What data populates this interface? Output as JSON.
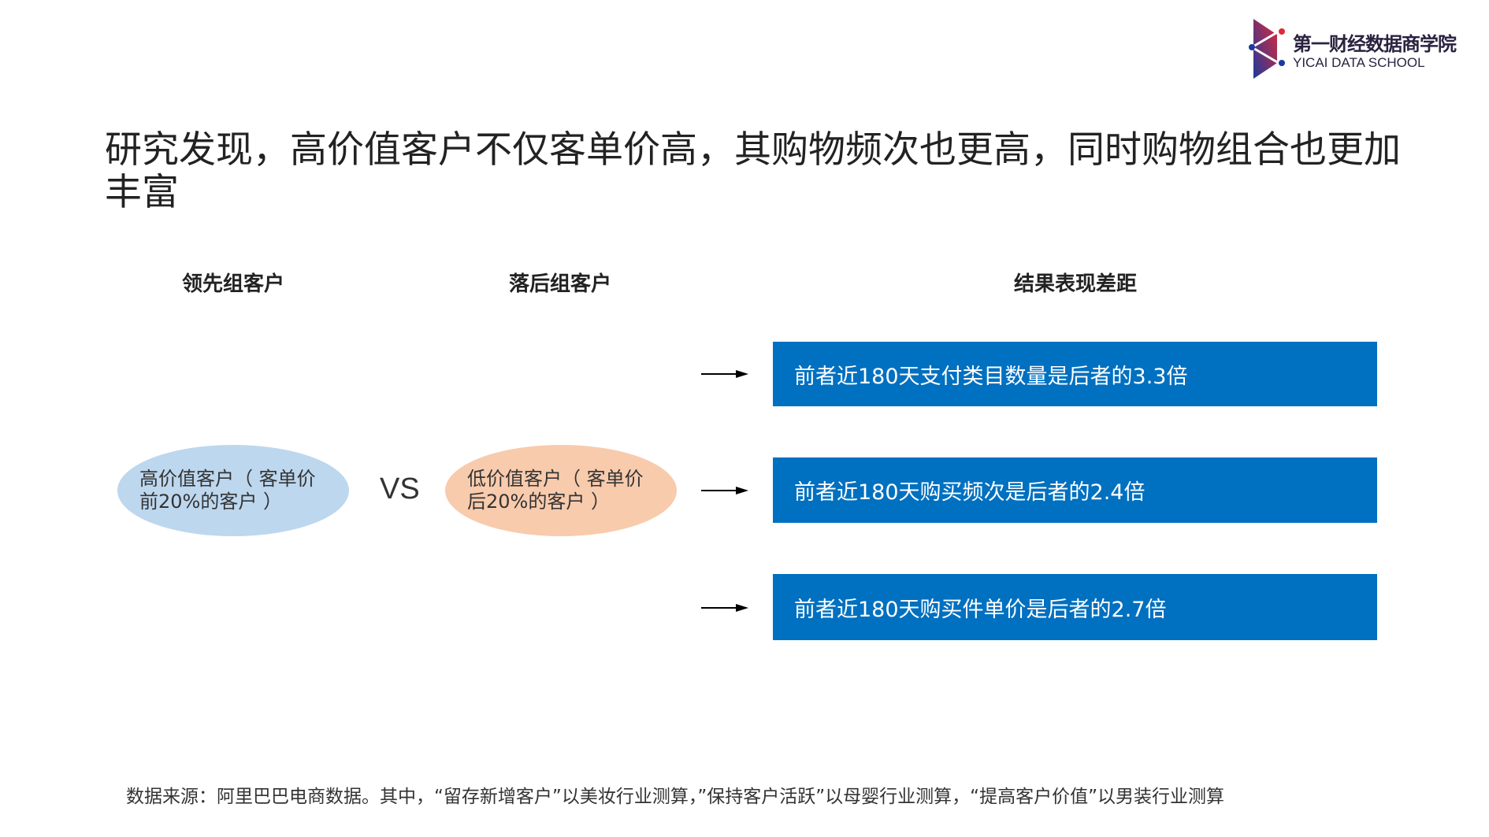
{
  "logo": {
    "cn": "第一财经数据商学院",
    "en": "YICAI DATA SCHOOL"
  },
  "title": "研究发现，高价值客户不仅客单价高，其购物频次也更高，同时购物组合也更加丰富",
  "headers": {
    "leading": "领先组客户",
    "lagging": "落后组客户",
    "results": "结果表现差距"
  },
  "groups": {
    "high": "高价值客户（ 客单价前20%的客户 ）",
    "vs": "VS",
    "low": "低价值客户（ 客单价后20%的客户 ）"
  },
  "results": [
    "前者近180天支付类目数量是后者的3.3倍",
    "前者近180天购买频次是后者的2.4倍",
    "前者近180天购买件单价是后者的2.7倍"
  ],
  "footer": "数据来源：阿里巴巴电商数据。其中，“留存新增客户”以美妆行业测算，”保持客户活跃”以母婴行业测算，“提高客户价值”以男装行业测算",
  "colors": {
    "box": "#0070C0",
    "high": "#BDD7EE",
    "low": "#F8CBAD"
  }
}
